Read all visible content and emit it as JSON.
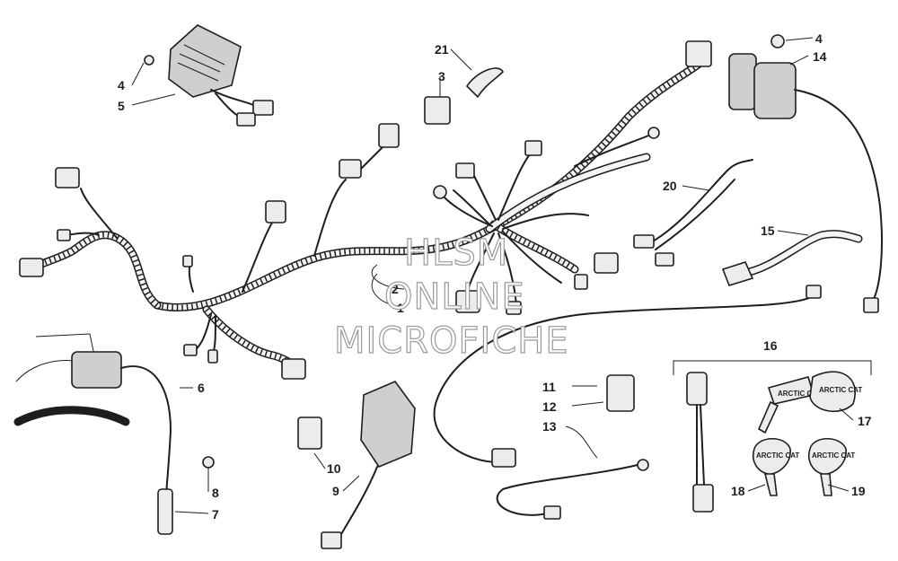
{
  "diagram": {
    "callouts": [
      {
        "id": "c1",
        "label": "1"
      },
      {
        "id": "c2",
        "label": "2"
      },
      {
        "id": "c3",
        "label": "3"
      },
      {
        "id": "c4a",
        "label": "4"
      },
      {
        "id": "c4b",
        "label": "4"
      },
      {
        "id": "c5",
        "label": "5"
      },
      {
        "id": "c6",
        "label": "6"
      },
      {
        "id": "c7",
        "label": "7"
      },
      {
        "id": "c8",
        "label": "8"
      },
      {
        "id": "c9",
        "label": "9"
      },
      {
        "id": "c10",
        "label": "10"
      },
      {
        "id": "c11",
        "label": "11"
      },
      {
        "id": "c12",
        "label": "12"
      },
      {
        "id": "c13",
        "label": "13"
      },
      {
        "id": "c14",
        "label": "14"
      },
      {
        "id": "c15",
        "label": "15"
      },
      {
        "id": "c16",
        "label": "16"
      },
      {
        "id": "c17",
        "label": "17"
      },
      {
        "id": "c18",
        "label": "18"
      },
      {
        "id": "c19",
        "label": "19"
      },
      {
        "id": "c20",
        "label": "20"
      },
      {
        "id": "c21",
        "label": "21"
      }
    ],
    "key_labels": {
      "key_17": "ARCTIC CAT",
      "key_18": "ARCTIC CAT",
      "key_19": "ARCTIC CAT"
    },
    "watermark": {
      "line1": "HLSM",
      "line2": "ONLINE",
      "line3": "MICROFICHE"
    }
  }
}
